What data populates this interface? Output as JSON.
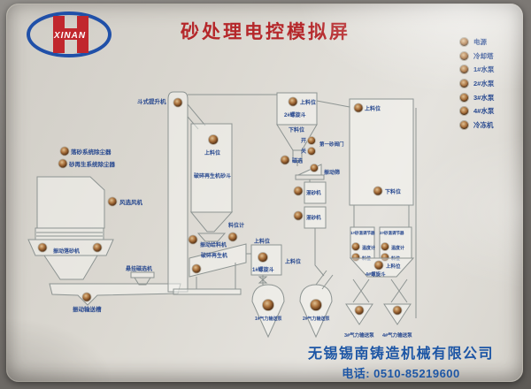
{
  "title": "砂处理电控模拟屏",
  "logo": {
    "text": "XINAN"
  },
  "legend": {
    "items": [
      "电源",
      "冷却塔",
      "1#水泵",
      "2#水泵",
      "3#水泵",
      "4#水泵",
      "冷冻机"
    ]
  },
  "diagram": {
    "labels": {
      "dust_shakeout": "落砂系统除尘器",
      "dust_regen": "砂再生系统除尘器",
      "fan": "风选风机",
      "shakeout": "振动落砂机",
      "magnetic_separator": "悬挂磁选机",
      "trough": "振动输送槽",
      "elevator": "斗式提升机",
      "level_up": "上料位",
      "level_down": "下料位",
      "regen_hopper": "破碎再生机砂斗",
      "regen_machine": "破碎再生机",
      "feeder": "振动给料机",
      "level_gauge": "料位计",
      "hopper1": "1#螺旋斗",
      "hopper2": "2#螺旋斗",
      "hopper4": "4#螺旋斗",
      "valve_open": "开",
      "valve_close": "关",
      "valve": "第一砂阀门",
      "magnetic": "磁选",
      "screen": "振动筛",
      "mixer": "混砂机",
      "pump1": "1#气力输送泵",
      "pump2": "2#气力输送泵",
      "pump3": "3#气力输送泵",
      "pump4": "4#气力输送泵",
      "regulator1": "1#砂温调节器",
      "regulator2": "2#砂温调节器",
      "thermometer": "温度计",
      "level_small": "料位"
    }
  },
  "footer": {
    "company": "无锡锡南铸造机械有限公司",
    "phone_label": "电话:",
    "phone": "0510-85219600"
  },
  "colors": {
    "title_red": "#b5272a",
    "label_blue": "#27488f",
    "footer_blue": "#1d56a5",
    "line_gray": "#8d9492",
    "panel_bg": "#dbd8d1",
    "light_copper": "#a9713c"
  }
}
